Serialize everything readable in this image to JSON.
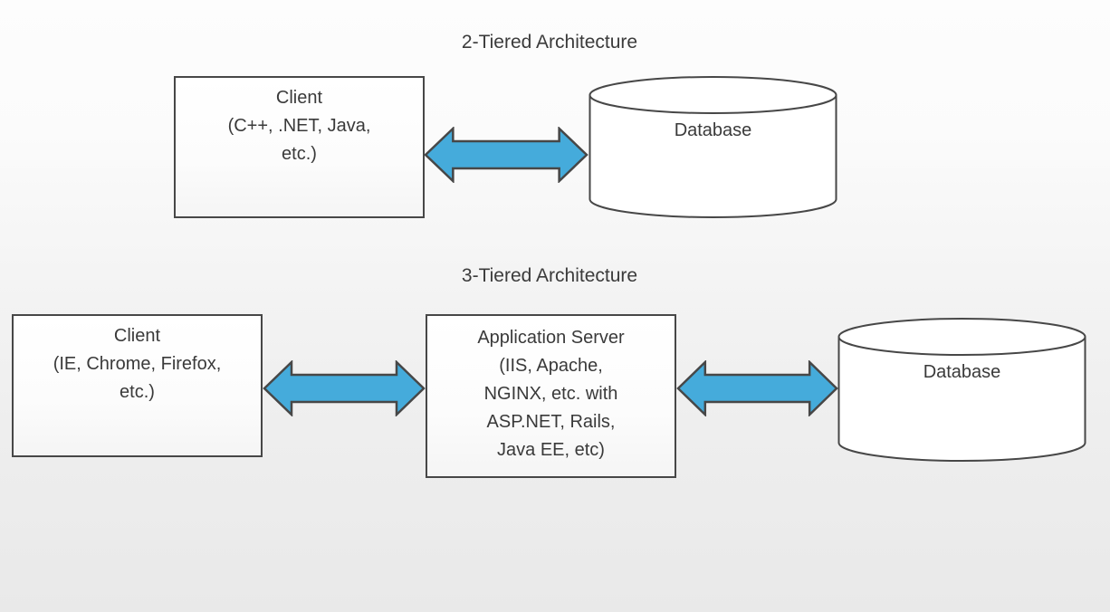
{
  "colors": {
    "arrow_fill": "#45abdb",
    "outline": "#474747",
    "text": "#3a3a3a",
    "bg_top": "#fdfdfd",
    "bg_bottom": "#e9e9e9",
    "shape_fill": "#ffffff"
  },
  "tier2": {
    "title": "2-Tiered Architecture",
    "client": {
      "lines": [
        "Client",
        "(C++, .NET, Java,",
        "etc.)"
      ]
    },
    "database_label": "Database"
  },
  "tier3": {
    "title": "3-Tiered Architecture",
    "client": {
      "lines": [
        "Client",
        "(IE, Chrome, Firefox,",
        "etc.)"
      ]
    },
    "app_server": {
      "lines": [
        "Application Server",
        "(IIS, Apache,",
        "NGINX, etc. with",
        "ASP.NET, Rails,",
        "Java EE, etc)"
      ]
    },
    "database_label": "Database"
  }
}
